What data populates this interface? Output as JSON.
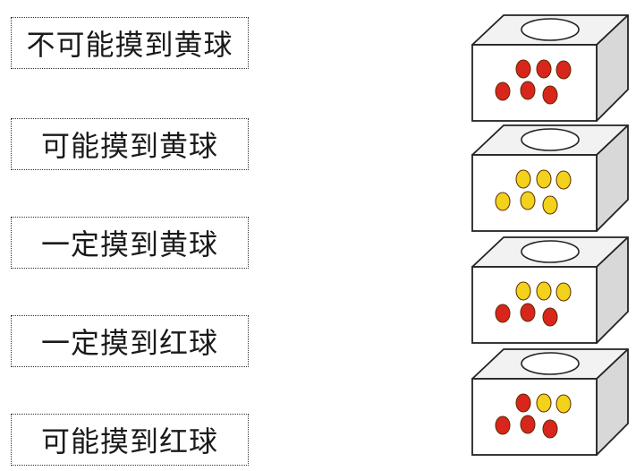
{
  "labels": [
    "不可能摸到黄球",
    "可能摸到黄球",
    "一定摸到黄球",
    "一定摸到红球",
    "可能摸到红球"
  ],
  "colors": {
    "red": "#d9261c",
    "yellow": "#f2d21b",
    "box_front": "#ffffff",
    "box_side": "#d8d8d8",
    "box_top": "#f2f2f2",
    "stroke": "#222222"
  },
  "boxes": [
    {
      "balls": [
        "red",
        "red",
        "red",
        "red",
        "red",
        "red"
      ]
    },
    {
      "balls": [
        "yellow",
        "yellow",
        "yellow",
        "yellow",
        "yellow",
        "yellow"
      ]
    },
    {
      "balls": [
        "yellow",
        "yellow",
        "yellow",
        "red",
        "red",
        "red"
      ]
    },
    {
      "balls": [
        "red",
        "yellow",
        "yellow",
        "red",
        "red",
        "red"
      ]
    }
  ]
}
